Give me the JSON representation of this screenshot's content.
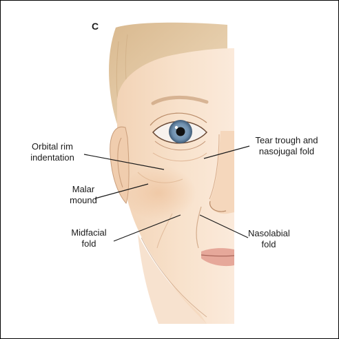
{
  "figure": {
    "panel_letter": "C"
  },
  "labels": {
    "orbital_rim": "Orbital rim\nindentation",
    "malar_mound": "Malar\nmound",
    "midfacial_fold": "Midfacial\nfold",
    "tear_trough": "Tear trough and\nnasojugal fold",
    "nasolabial_fold": "Nasolabial\nfold"
  },
  "colors": {
    "skin": "#f6dcc3",
    "skin_shadow": "#e9c3a3",
    "hair": "#e3c7a1",
    "iris": "#6e8fae",
    "leader_line": "#1a1a1a",
    "border": "#000000"
  }
}
